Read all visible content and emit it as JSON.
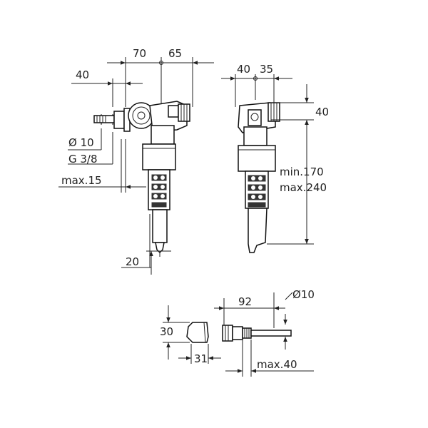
{
  "dimensions": {
    "side_view": {
      "d70": "70",
      "d65": "65",
      "d40": "40",
      "dia10": "Ø 10",
      "thread": "G 3/8",
      "max15": "max.15",
      "d20": "20"
    },
    "front_view": {
      "d40": "40",
      "d35": "35",
      "d40_right": "40",
      "min170": "min.170",
      "max240": "max.240"
    },
    "bottom_view": {
      "d92": "92",
      "dia10": "Ø10",
      "d30": "30",
      "d31": "31",
      "max40": "max.40"
    }
  }
}
